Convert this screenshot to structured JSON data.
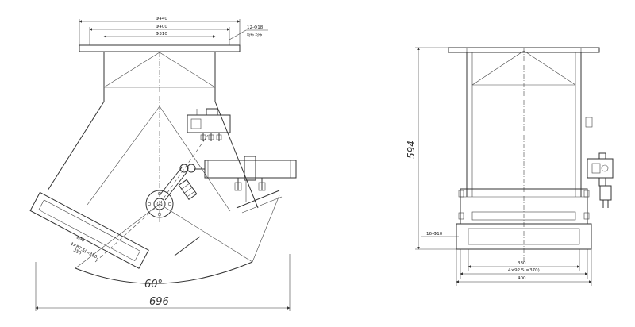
{
  "front_view": {
    "dim_outer": "Φ440",
    "dim_mid": "Φ400",
    "dim_inner": "Φ310",
    "bolt_note_1": "12-Φ18",
    "bolt_note_2": "均布 均布",
    "angle": "60°",
    "width": "696",
    "bottom_dim_1": "290",
    "bottom_dim_2": "4×87.5(=350)",
    "bottom_dim_3": "350"
  },
  "side_view": {
    "height": "594",
    "hole_note": "16-Φ10",
    "dim_1": "330",
    "dim_2": "4×92.5(=370)",
    "dim_3": "400"
  }
}
